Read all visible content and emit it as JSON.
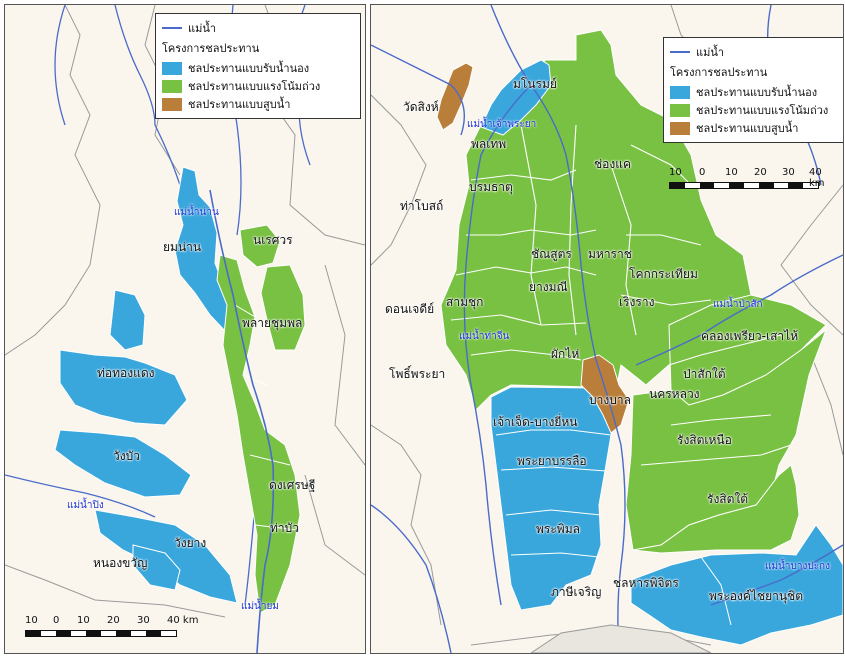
{
  "colors": {
    "retention": "#3aa7dc",
    "gravity": "#79c142",
    "pumping": "#b97f3a",
    "river": "#4a6bc9",
    "land": "#faf6ee"
  },
  "left_map": {
    "legend": {
      "river": "แม่น้ำ",
      "heading": "โครงการชลประทาน",
      "items": [
        {
          "label": "ชลประทานแบบรับน้ำนอง",
          "type": "retention"
        },
        {
          "label": "ชลประทานแบบแรงโน้มถ่วง",
          "type": "gravity"
        },
        {
          "label": "ชลประทานแบบสูบน้ำ",
          "type": "pumping"
        }
      ]
    },
    "areas": {
      "yom_nan": "ยมน่าน",
      "naresuan": "นเรศวร",
      "phlai_chumphon": "พลายชุมพล",
      "tho_thong_daeng": "ท่อทองแดง",
      "wang_bua": "วังบัว",
      "wang_yang": "วังยาง",
      "nong_khwan": "หนองขวัญ",
      "dong_setthi": "ดงเศรษฐี",
      "tha_bua": "ท่าบัว"
    },
    "rivers": {
      "nan": "แม่น้ำน่าน",
      "ping": "แม่น้ำปิง",
      "yom": "แม่น้ำยม"
    },
    "scale": {
      "ticks": [
        "10",
        "0",
        "10",
        "20",
        "30",
        "40 km"
      ]
    }
  },
  "right_map": {
    "legend": {
      "river": "แม่น้ำ",
      "heading": "โครงการชลประทาน",
      "items": [
        {
          "label": "ชลประทานแบบรับน้ำนอง",
          "type": "retention"
        },
        {
          "label": "ชลประทานแบบแรงโน้มถ่วง",
          "type": "gravity"
        },
        {
          "label": "ชลประทานแบบสูบน้ำ",
          "type": "pumping"
        }
      ]
    },
    "areas": {
      "manorom": "มโนรมย์",
      "wat_sing": "วัดสิงห์",
      "phonlathep": "พลเทพ",
      "chong_khae": "ช่องแค",
      "borommathat": "บรมธาตุ",
      "tha_bot": "ท่าโบสถ์",
      "chansut": "ชัณสูตร",
      "maharat": "มหาราช",
      "khok_kra_thiam": "โคกกระเทียม",
      "sam_chuk": "สามชุก",
      "yang_mani": "ยางมณี",
      "roeng_rang": "เริงราง",
      "don_chedi": "ดอนเจดีย์",
      "khlong_phriao": "คลองเพรียว-เสาไห้",
      "pho_phraya": "โพธิ์พระยา",
      "phak_hai": "ผักไห่",
      "pa_sak_tai": "ป่าสักใต้",
      "nakhon_luang": "นครหลวง",
      "bang_ban": "บางบาล",
      "chao_chet": "เจ้าเจ็ด-บางยี่หน",
      "rangsit_nuea": "รังสิตเหนือ",
      "phraya_banlue": "พระยาบรรลือ",
      "rangsit_tai": "รังสิตใต้",
      "phraphimon": "พระพิมล",
      "phasi_charoen": "ภาษีเจริญ",
      "chon_han": "ชลหารพิจิตร",
      "phra_ong_chai": "พระองค์ไชยานุชิต"
    },
    "rivers": {
      "chao_phraya": "แม่น้ำเจ้าพระยา",
      "tha_chin": "แม่น้ำท่าจีน",
      "pa_sak": "แม่น้ำป่าสัก",
      "bang_pakong": "แม่น้ำบางปะกง"
    },
    "scale": {
      "ticks": [
        "10",
        "0",
        "10",
        "20",
        "30",
        "40 km"
      ]
    }
  }
}
